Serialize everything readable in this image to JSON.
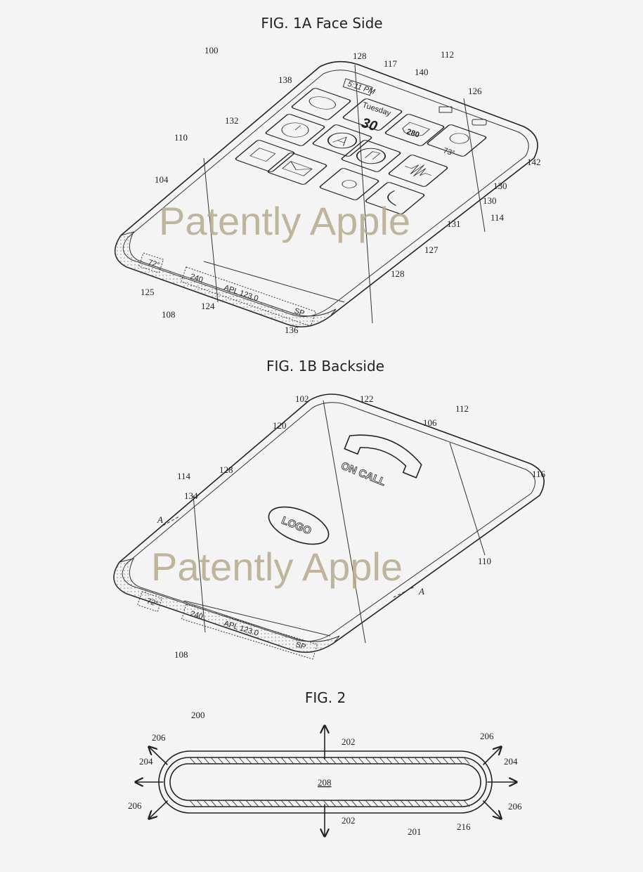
{
  "figures": {
    "fig1a": {
      "title": "FIG. 1A  Face Side",
      "refs": [
        "100",
        "128",
        "117",
        "112",
        "138",
        "140",
        "126",
        "132",
        "110",
        "142",
        "130",
        "130",
        "104",
        "114",
        "131",
        "127",
        "128",
        "125",
        "124",
        "108",
        "136"
      ],
      "screen": {
        "time": "5:11 PM",
        "day": "Tuesday",
        "date": "30",
        "highway": "280",
        "weather_temp": "73°",
        "edge_temp": "72°",
        "edge_value": "240",
        "ticker": "APL 123.0",
        "ticker_suffix": "SP"
      }
    },
    "fig1b": {
      "title": "FIG. 1B  Backside",
      "refs": [
        "102",
        "122",
        "106",
        "112",
        "120",
        "116",
        "114",
        "128",
        "134",
        "A",
        "110",
        "A",
        "108"
      ],
      "back": {
        "on_call": "ON CALL",
        "logo": "LOGO"
      },
      "screen": {
        "edge_temp": "72°",
        "edge_value": "240",
        "ticker": "APL 123.0",
        "ticker_suffix": "SP"
      }
    },
    "fig2": {
      "title": "FIG. 2",
      "refs": [
        "200",
        "206",
        "204",
        "206",
        "202",
        "202",
        "201",
        "216",
        "206",
        "204",
        "206",
        "208"
      ]
    }
  },
  "watermark": "Patently Apple"
}
